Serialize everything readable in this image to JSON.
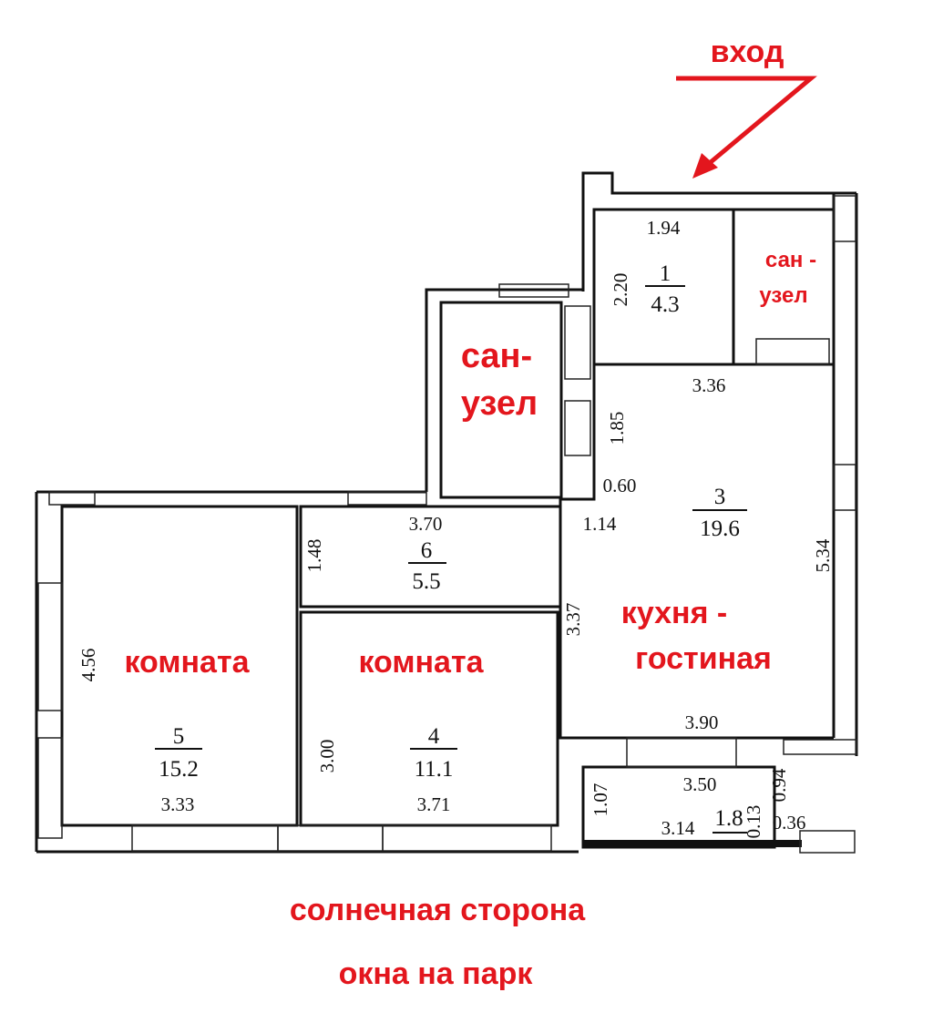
{
  "labels": {
    "entrance": "вход",
    "bathroom_right_1": "сан -",
    "bathroom_right_2": "узел",
    "bathroom_left_1": "сан-",
    "bathroom_left_2": "узел",
    "room5": "комната",
    "room4": "комната",
    "kitchen_1": "кухня -",
    "kitchen_2": "гостиная",
    "footer_1": "солнечная  сторона",
    "footer_2": "окна  на  парк"
  },
  "rooms": {
    "r1": {
      "num": "1",
      "area": "4.3"
    },
    "r3": {
      "num": "3",
      "area": "19.6"
    },
    "r4": {
      "num": "4",
      "area": "11.1"
    },
    "r5": {
      "num": "5",
      "area": "15.2"
    },
    "r6": {
      "num": "6",
      "area": "5.5"
    },
    "balcony": {
      "area": "1.8"
    }
  },
  "dims": {
    "d194": "1.94",
    "d220": "2.20",
    "d336": "3.36",
    "d185": "1.85",
    "d060": "0.60",
    "d370": "3.70",
    "d114": "1.14",
    "d148": "1.48",
    "d534": "5.34",
    "d337": "3.37",
    "d456": "4.56",
    "d300": "3.00",
    "d333": "3.33",
    "d371": "3.71",
    "d390": "3.90",
    "d350": "3.50",
    "d107": "1.07",
    "d314": "3.14",
    "d013": "0.13",
    "d036": "0.36",
    "d094": "0.94"
  },
  "colors": {
    "accent": "#e3161d"
  }
}
